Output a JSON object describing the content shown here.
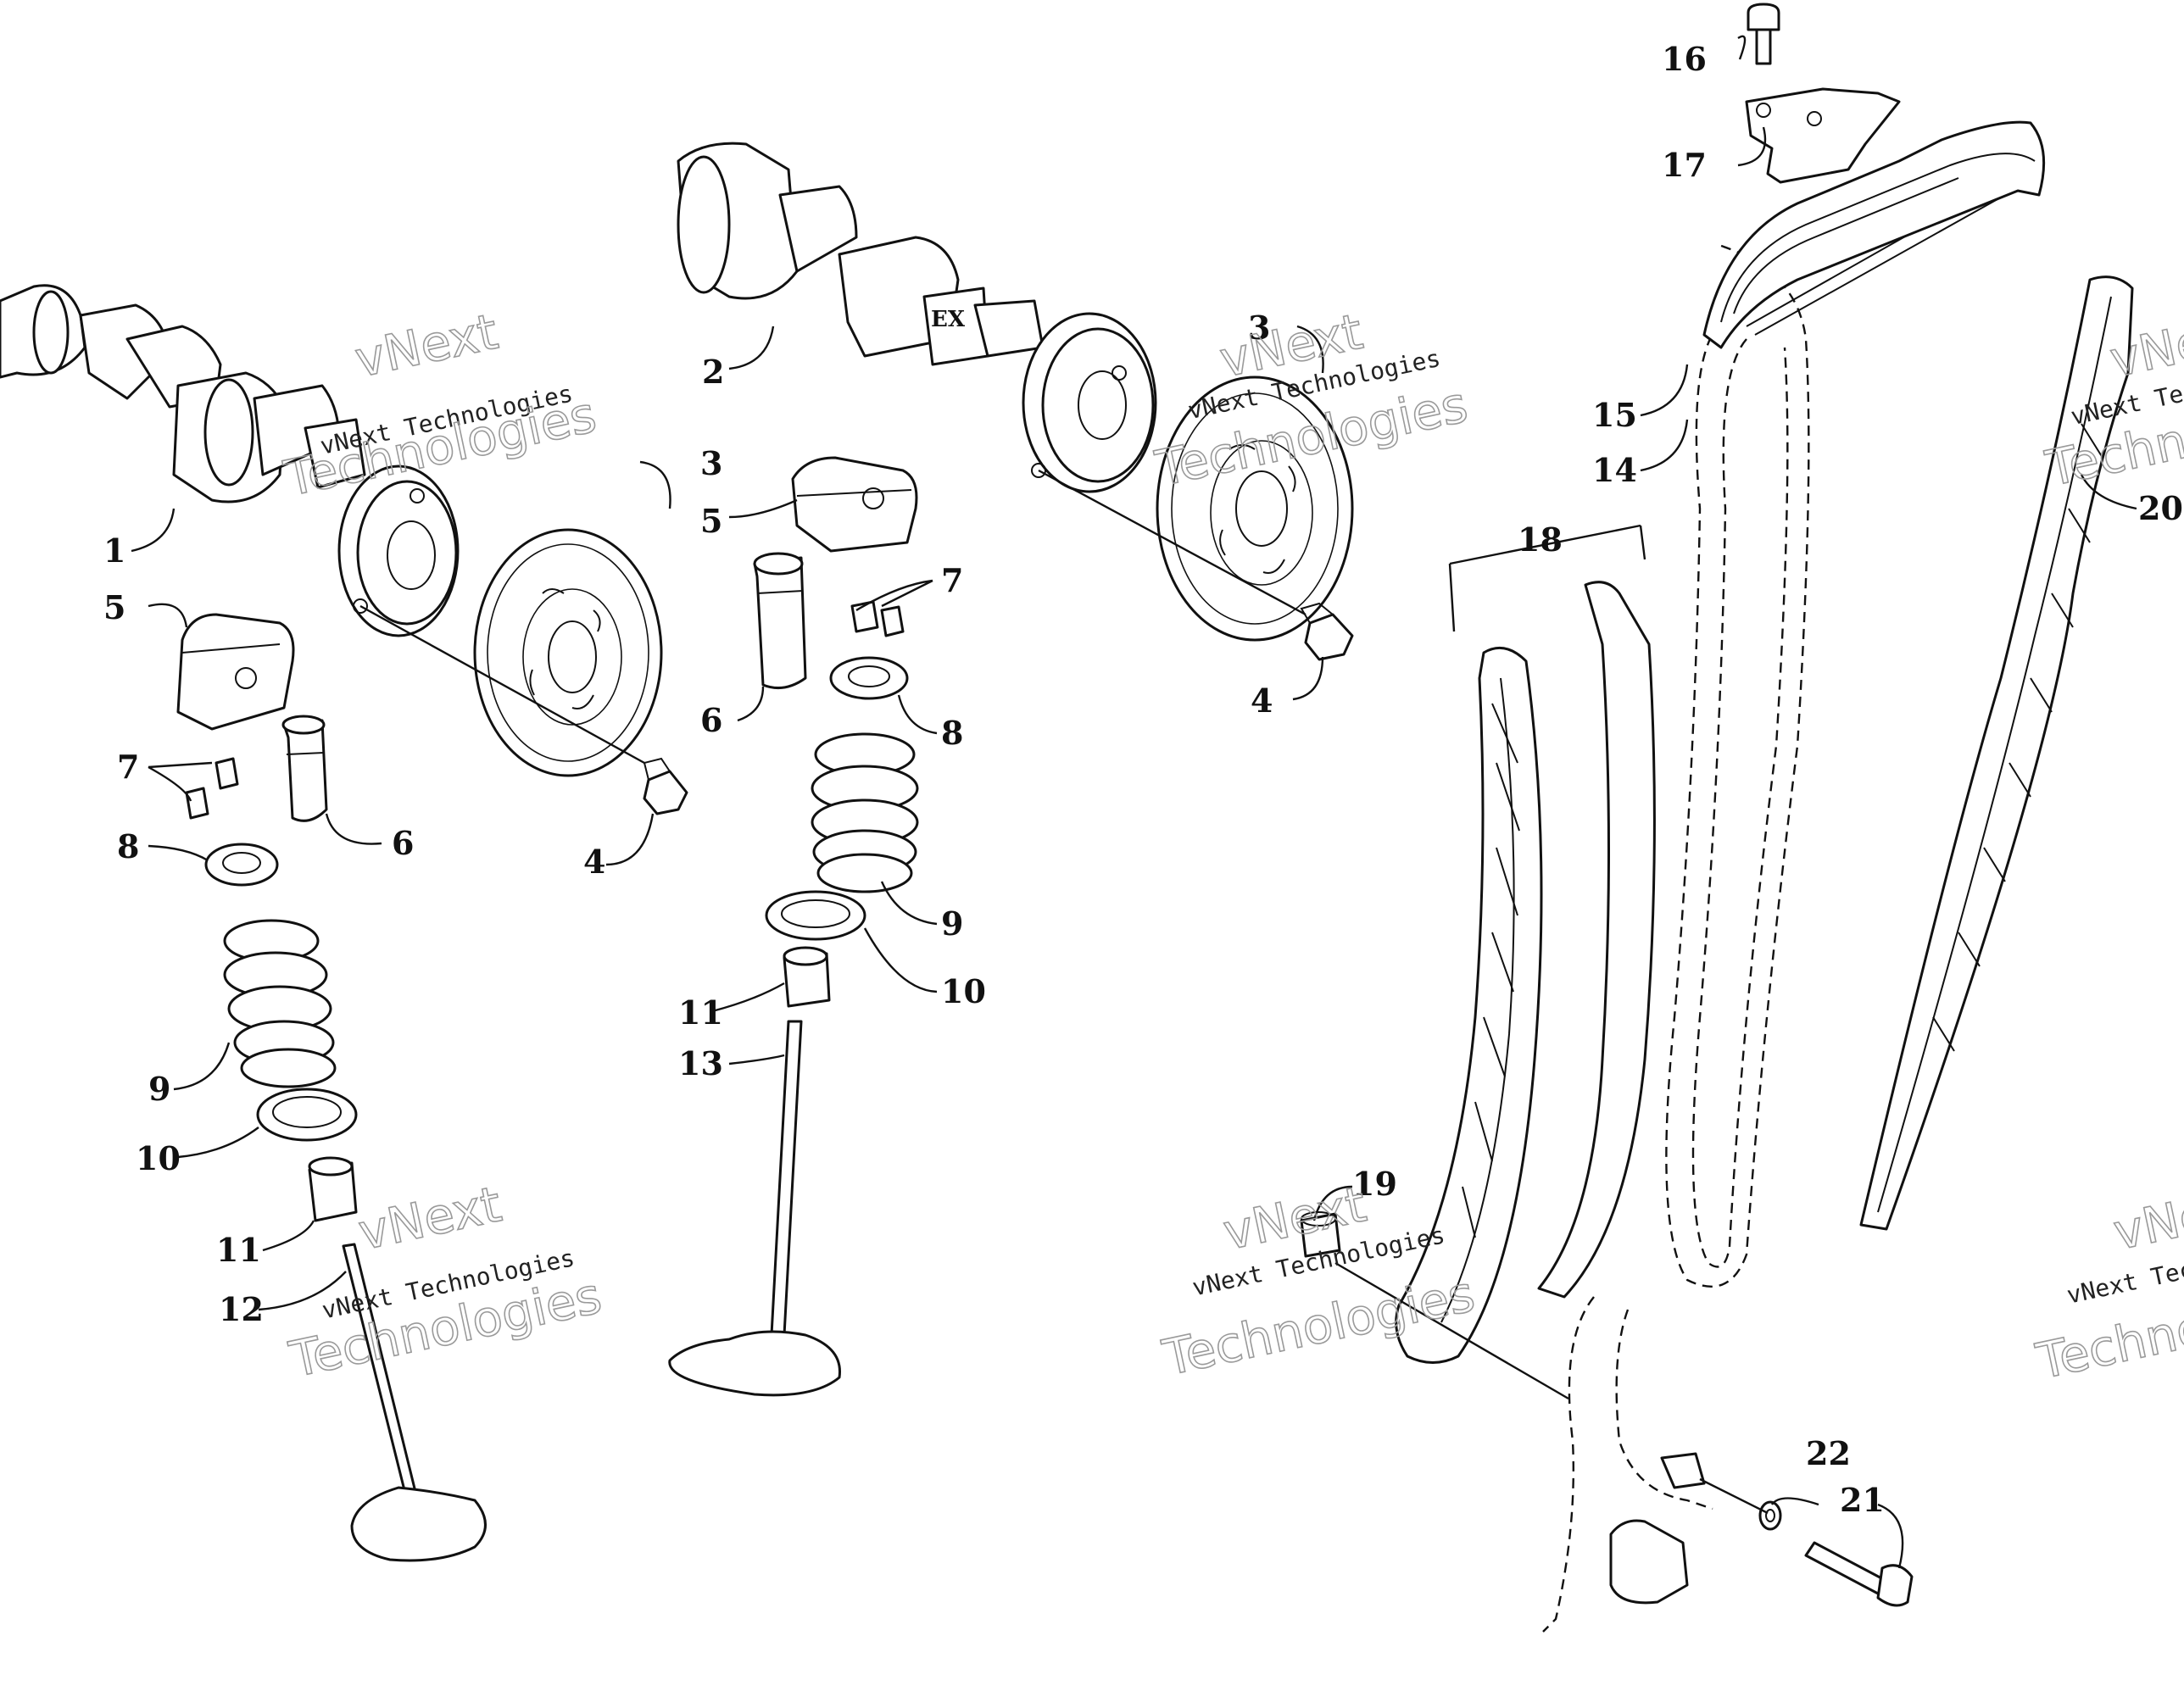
{
  "watermark": {
    "line_vnext": "vNext",
    "line_full": "vNext Technologies",
    "line_tech": "Technologies"
  },
  "callouts": [
    "1",
    "2",
    "3",
    "3",
    "4",
    "4",
    "5",
    "5",
    "6",
    "6",
    "7",
    "7",
    "8",
    "8",
    "9",
    "9",
    "10",
    "10",
    "11",
    "11",
    "12",
    "13",
    "14",
    "15",
    "16",
    "17",
    "18",
    "19",
    "20",
    "21",
    "22"
  ],
  "colors": {
    "ink": "#111111",
    "watermark": "#9a9a9a",
    "background": "#ffffff"
  }
}
